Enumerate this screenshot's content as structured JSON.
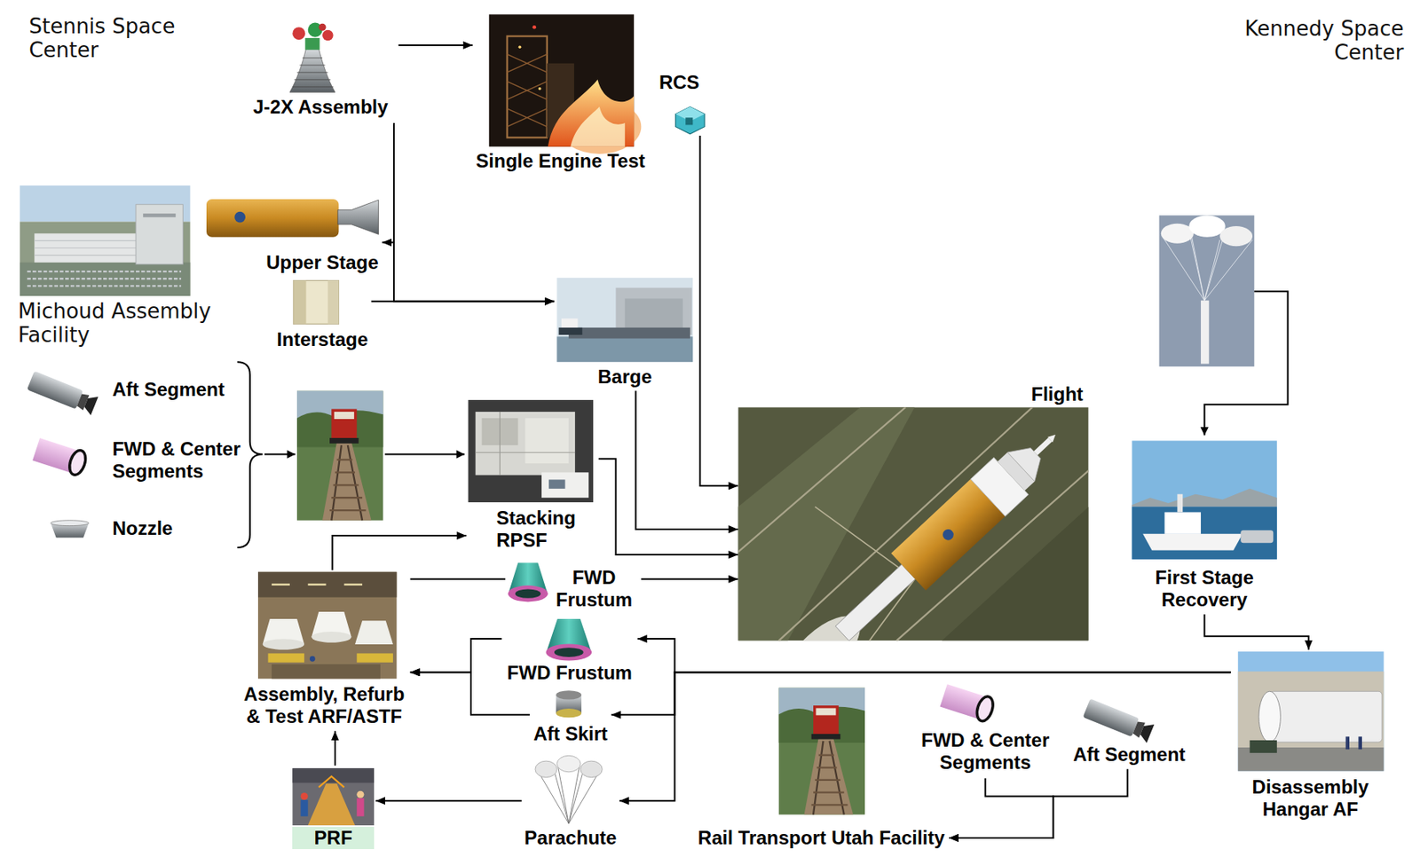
{
  "diagram": {
    "nodes": [
      {
        "text": [
          "Stennis Space Center"
        ]
      },
      {
        "text": [
          "J-2X Assembly"
        ],
        "in": 0
      },
      {
        "text": [
          "Single Engine Test"
        ],
        "in": 0
      },
      {
        "text": [
          "RCS"
        ]
      },
      {
        "text": [
          "Kennedy Space Center"
        ]
      },
      {
        "text": [
          "Michoud Assembly Facility"
        ]
      },
      {
        "text": [
          "Upper Stage"
        ],
        "in": 5
      },
      {
        "text": [
          "Interstage"
        ],
        "in": 5
      },
      {
        "text": [
          "Barge"
        ],
        "in": 4
      },
      {
        "text": [
          "Aft Segment"
        ]
      },
      {
        "text": [
          "FWD & Center Segments"
        ]
      },
      {
        "text": [
          "Nozzle"
        ]
      },
      {
        "text": [
          "Stacking RPSF"
        ],
        "in": 4
      },
      {
        "text": [
          "Flight"
        ],
        "in": 4
      },
      {
        "text": [
          "First Stage Recovery"
        ],
        "in": 4
      },
      {
        "text": [
          "FWD Frustum"
        ],
        "in": 4
      },
      {
        "text": [
          "Assembly, Refurb & Test ARF/ASTF"
        ],
        "in": 4
      },
      {
        "text": [
          "FWD Frustum"
        ],
        "in": 4
      },
      {
        "text": [
          "Aft Skirt"
        ],
        "in": 4
      },
      {
        "text": [
          "Parachute"
        ],
        "in": 4
      },
      {
        "text": [
          "PRF"
        ],
        "in": 4
      },
      {
        "text": [
          "Disassembly Hangar AF"
        ],
        "in": 4
      },
      {
        "text": [
          "FWD & Center Segments"
        ],
        "in": 4
      },
      {
        "text": [
          "Aft Segment"
        ],
        "in": 4
      },
      {
        "text": [
          "Rail Transport Utah Facility"
        ],
        "in": 4
      }
    ],
    "edges": [
      {
        "from": 1,
        "to": 2,
        "arrow": "to"
      },
      {
        "from": 1,
        "to": 6,
        "arrow": "to"
      },
      {
        "from": 1,
        "to": 8,
        "arrow": "to"
      },
      {
        "from": 7,
        "to": 8,
        "arrow": "to"
      },
      {
        "from": 8,
        "to": 13,
        "arrow": "to"
      },
      {
        "from": 3,
        "to": 13,
        "arrow": "to"
      },
      {
        "from": 12,
        "to": 13,
        "arrow": "to"
      },
      {
        "from": 16,
        "to": 15,
        "arrow": "none"
      },
      {
        "from": 15,
        "to": 13,
        "arrow": "to"
      },
      {
        "from": 16,
        "to": 12,
        "arrow": "to"
      },
      {
        "from": 14,
        "to": 21,
        "arrow": "to"
      },
      {
        "from": 21,
        "to": 17,
        "arrow": "to"
      },
      {
        "from": 21,
        "to": 18,
        "arrow": "to"
      },
      {
        "from": 21,
        "to": 19,
        "arrow": "to"
      },
      {
        "from": 17,
        "to": 16,
        "arrow": "to"
      },
      {
        "from": 18,
        "to": 16,
        "arrow": "to"
      },
      {
        "from": 19,
        "to": 20,
        "arrow": "to"
      },
      {
        "from": 20,
        "to": 16,
        "arrow": "to"
      },
      {
        "from": 22,
        "to": 24,
        "arrow": "to"
      },
      {
        "from": 23,
        "to": 24,
        "arrow": "to"
      }
    ]
  }
}
